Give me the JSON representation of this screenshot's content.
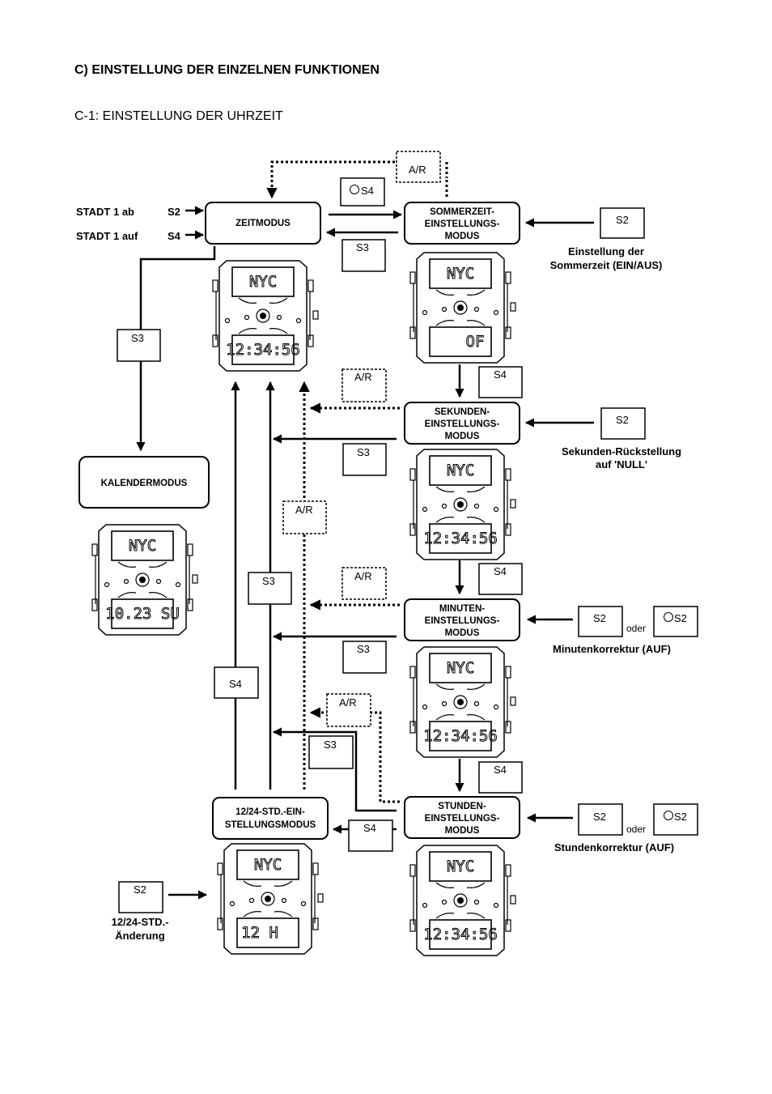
{
  "headings": {
    "main": "C) EINSTELLUNG DER EINZELNEN FUNKTIONEN",
    "sub": "C-1: EINSTELLUNG DER UHRZEIT"
  },
  "modes": {
    "zeit": "ZEITMODUS",
    "sommer": [
      "SOMMERZEIT-",
      "EINSTELLUNGS-",
      "MODUS"
    ],
    "sekunden": [
      "SEKUNDEN-",
      "EINSTELLUNGS-",
      "MODUS"
    ],
    "kalender": "KALENDERMODUS",
    "minuten": [
      "MINUTEN-",
      "EINSTELLUNGS-",
      "MODUS"
    ],
    "stunden": [
      "STUNDEN-",
      "EINSTELLUNGS-",
      "MODUS"
    ],
    "std1224": [
      "12/24-STD.-EIN-",
      "STELLUNGSMODUS"
    ]
  },
  "labels": {
    "stadt_ab": "STADT 1 ab",
    "stadt_auf": "STADT 1 auf",
    "s2": "S2",
    "s3": "S3",
    "s4": "S4",
    "ar": "A/R",
    "oder": "oder",
    "sommer_desc": [
      "Einstellung der",
      "Sommerzeit (EIN/AUS)"
    ],
    "sekunden_desc": [
      "Sekunden-Rückstellung",
      "auf 'NULL'"
    ],
    "minuten_desc": "Minutenkorrektur (AUF)",
    "stunden_desc": "Stundenkorrektur (AUF)",
    "std_change": [
      "12/24-STD.-",
      "Änderung"
    ]
  },
  "watch_displays": {
    "city": "NYC",
    "time": "12:34:56",
    "dst": "OF",
    "calendar": "10.23 SU",
    "h12": "12 H"
  }
}
